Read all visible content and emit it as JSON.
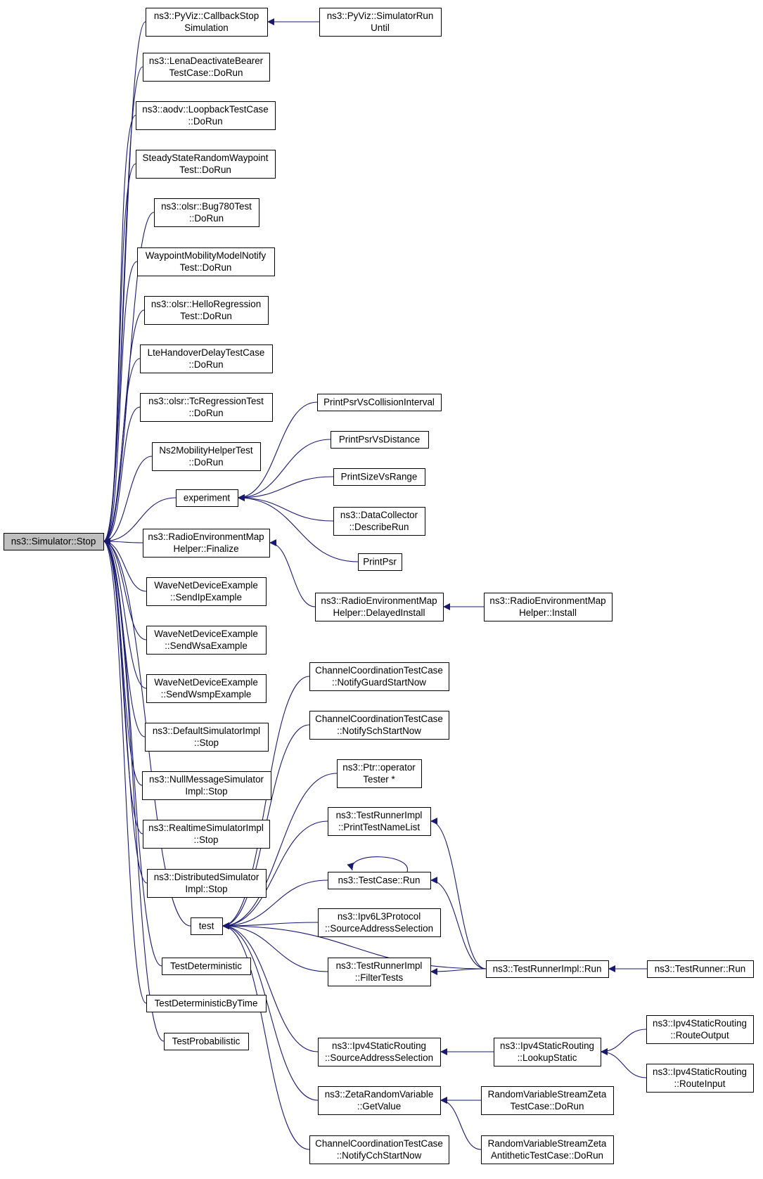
{
  "colors": {
    "edge": "#191970",
    "root_fill": "#bfbfbf",
    "node_fill": "#ffffff",
    "border": "#000000"
  },
  "nodes": [
    {
      "id": "stop",
      "lines": [
        "ns3::Simulator::Stop"
      ],
      "root": true
    },
    {
      "id": "pyviz_cb",
      "lines": [
        "ns3::PyViz::CallbackStop",
        "Simulation"
      ]
    },
    {
      "id": "pyviz_run",
      "lines": [
        "ns3::PyViz::SimulatorRun",
        "Until"
      ]
    },
    {
      "id": "lena",
      "lines": [
        "ns3::LenaDeactivateBearer",
        "TestCase::DoRun"
      ]
    },
    {
      "id": "aodv",
      "lines": [
        "ns3::aodv::LoopbackTestCase",
        "::DoRun"
      ]
    },
    {
      "id": "ssrw",
      "lines": [
        "SteadyStateRandomWaypoint",
        "Test::DoRun"
      ]
    },
    {
      "id": "bug780",
      "lines": [
        "ns3::olsr::Bug780Test",
        "::DoRun"
      ]
    },
    {
      "id": "waypoint",
      "lines": [
        "WaypointMobilityModelNotify",
        "Test::DoRun"
      ]
    },
    {
      "id": "hello",
      "lines": [
        "ns3::olsr::HelloRegression",
        "Test::DoRun"
      ]
    },
    {
      "id": "lteho",
      "lines": [
        "LteHandoverDelayTestCase",
        "::DoRun"
      ]
    },
    {
      "id": "tcreg",
      "lines": [
        "ns3::olsr::TcRegressionTest",
        "::DoRun"
      ]
    },
    {
      "id": "ns2mob",
      "lines": [
        "Ns2MobilityHelperTest",
        "::DoRun"
      ]
    },
    {
      "id": "experiment",
      "lines": [
        "experiment"
      ]
    },
    {
      "id": "remfin",
      "lines": [
        "ns3::RadioEnvironmentMap",
        "Helper::Finalize"
      ]
    },
    {
      "id": "sendip",
      "lines": [
        "WaveNetDeviceExample",
        "::SendIpExample"
      ]
    },
    {
      "id": "sendwsa",
      "lines": [
        "WaveNetDeviceExample",
        "::SendWsaExample"
      ]
    },
    {
      "id": "sendwsmp",
      "lines": [
        "WaveNetDeviceExample",
        "::SendWsmpExample"
      ]
    },
    {
      "id": "defsim",
      "lines": [
        "ns3::DefaultSimulatorImpl",
        "::Stop"
      ]
    },
    {
      "id": "nullmsg",
      "lines": [
        "ns3::NullMessageSimulator",
        "Impl::Stop"
      ]
    },
    {
      "id": "realtime",
      "lines": [
        "ns3::RealtimeSimulatorImpl",
        "::Stop"
      ]
    },
    {
      "id": "distrib",
      "lines": [
        "ns3::DistributedSimulator",
        "Impl::Stop"
      ]
    },
    {
      "id": "test",
      "lines": [
        "test"
      ]
    },
    {
      "id": "testdet",
      "lines": [
        "TestDeterministic"
      ]
    },
    {
      "id": "testdettime",
      "lines": [
        "TestDeterministicByTime"
      ]
    },
    {
      "id": "testprob",
      "lines": [
        "TestProbabilistic"
      ]
    },
    {
      "id": "psrcoll",
      "lines": [
        "PrintPsrVsCollisionInterval"
      ]
    },
    {
      "id": "psrdist",
      "lines": [
        "PrintPsrVsDistance"
      ]
    },
    {
      "id": "sizerange",
      "lines": [
        "PrintSizeVsRange"
      ]
    },
    {
      "id": "datacoll",
      "lines": [
        "ns3::DataCollector",
        "::DescribeRun"
      ]
    },
    {
      "id": "printpsr",
      "lines": [
        "PrintPsr"
      ]
    },
    {
      "id": "remdelay",
      "lines": [
        "ns3::RadioEnvironmentMap",
        "Helper::DelayedInstall"
      ]
    },
    {
      "id": "reminst",
      "lines": [
        "ns3::RadioEnvironmentMap",
        "Helper::Install"
      ]
    },
    {
      "id": "ccguard",
      "lines": [
        "ChannelCoordinationTestCase",
        "::NotifyGuardStartNow"
      ]
    },
    {
      "id": "ccsch",
      "lines": [
        "ChannelCoordinationTestCase",
        "::NotifySchStartNow"
      ]
    },
    {
      "id": "ptrop",
      "lines": [
        "ns3::Ptr::operator",
        "Tester *"
      ]
    },
    {
      "id": "printlist",
      "lines": [
        "ns3::TestRunnerImpl",
        "::PrintTestNameList"
      ]
    },
    {
      "id": "tcrun",
      "lines": [
        "ns3::TestCase::Run"
      ]
    },
    {
      "id": "ipv6sel",
      "lines": [
        "ns3::Ipv6L3Protocol",
        "::SourceAddressSelection"
      ]
    },
    {
      "id": "filter",
      "lines": [
        "ns3::TestRunnerImpl",
        "::FilterTests"
      ]
    },
    {
      "id": "trimplrun",
      "lines": [
        "ns3::TestRunnerImpl::Run"
      ]
    },
    {
      "id": "trrun",
      "lines": [
        "ns3::TestRunner::Run"
      ]
    },
    {
      "id": "ipv4sel",
      "lines": [
        "ns3::Ipv4StaticRouting",
        "::SourceAddressSelection"
      ]
    },
    {
      "id": "lookup",
      "lines": [
        "ns3::Ipv4StaticRouting",
        "::LookupStatic"
      ]
    },
    {
      "id": "routeout",
      "lines": [
        "ns3::Ipv4StaticRouting",
        "::RouteOutput"
      ]
    },
    {
      "id": "routein",
      "lines": [
        "ns3::Ipv4StaticRouting",
        "::RouteInput"
      ]
    },
    {
      "id": "zeta",
      "lines": [
        "ns3::ZetaRandomVariable",
        "::GetValue"
      ]
    },
    {
      "id": "rvzeta",
      "lines": [
        "RandomVariableStreamZeta",
        "TestCase::DoRun"
      ]
    },
    {
      "id": "rvzetaanti",
      "lines": [
        "RandomVariableStreamZeta",
        "AntitheticTestCase::DoRun"
      ]
    },
    {
      "id": "cccch",
      "lines": [
        "ChannelCoordinationTestCase",
        "::NotifyCchStartNow"
      ]
    }
  ],
  "edges": [
    [
      "pyviz_cb",
      "stop"
    ],
    [
      "lena",
      "stop"
    ],
    [
      "aodv",
      "stop"
    ],
    [
      "ssrw",
      "stop"
    ],
    [
      "bug780",
      "stop"
    ],
    [
      "waypoint",
      "stop"
    ],
    [
      "hello",
      "stop"
    ],
    [
      "lteho",
      "stop"
    ],
    [
      "tcreg",
      "stop"
    ],
    [
      "ns2mob",
      "stop"
    ],
    [
      "experiment",
      "stop"
    ],
    [
      "remfin",
      "stop"
    ],
    [
      "sendip",
      "stop"
    ],
    [
      "sendwsa",
      "stop"
    ],
    [
      "sendwsmp",
      "stop"
    ],
    [
      "defsim",
      "stop"
    ],
    [
      "nullmsg",
      "stop"
    ],
    [
      "realtime",
      "stop"
    ],
    [
      "distrib",
      "stop"
    ],
    [
      "test",
      "stop"
    ],
    [
      "testdet",
      "stop"
    ],
    [
      "testdettime",
      "stop"
    ],
    [
      "testprob",
      "stop"
    ],
    [
      "pyviz_run",
      "pyviz_cb"
    ],
    [
      "psrcoll",
      "experiment"
    ],
    [
      "psrdist",
      "experiment"
    ],
    [
      "sizerange",
      "experiment"
    ],
    [
      "datacoll",
      "experiment"
    ],
    [
      "printpsr",
      "experiment"
    ],
    [
      "remdelay",
      "remfin"
    ],
    [
      "reminst",
      "remdelay"
    ],
    [
      "ccguard",
      "test"
    ],
    [
      "ccsch",
      "test"
    ],
    [
      "ptrop",
      "test"
    ],
    [
      "printlist",
      "test"
    ],
    [
      "tcrun",
      "test"
    ],
    [
      "ipv6sel",
      "test"
    ],
    [
      "filter",
      "test"
    ],
    [
      "trimplrun",
      "test"
    ],
    [
      "ipv4sel",
      "test"
    ],
    [
      "zeta",
      "test"
    ],
    [
      "cccch",
      "test"
    ],
    [
      "trimplrun",
      "printlist"
    ],
    [
      "trimplrun",
      "tcrun"
    ],
    [
      "tcrun",
      "tcrun"
    ],
    [
      "trimplrun",
      "filter"
    ],
    [
      "trrun",
      "trimplrun"
    ],
    [
      "lookup",
      "ipv4sel"
    ],
    [
      "routeout",
      "lookup"
    ],
    [
      "routein",
      "lookup"
    ],
    [
      "rvzeta",
      "zeta"
    ],
    [
      "rvzetaanti",
      "zeta"
    ]
  ]
}
